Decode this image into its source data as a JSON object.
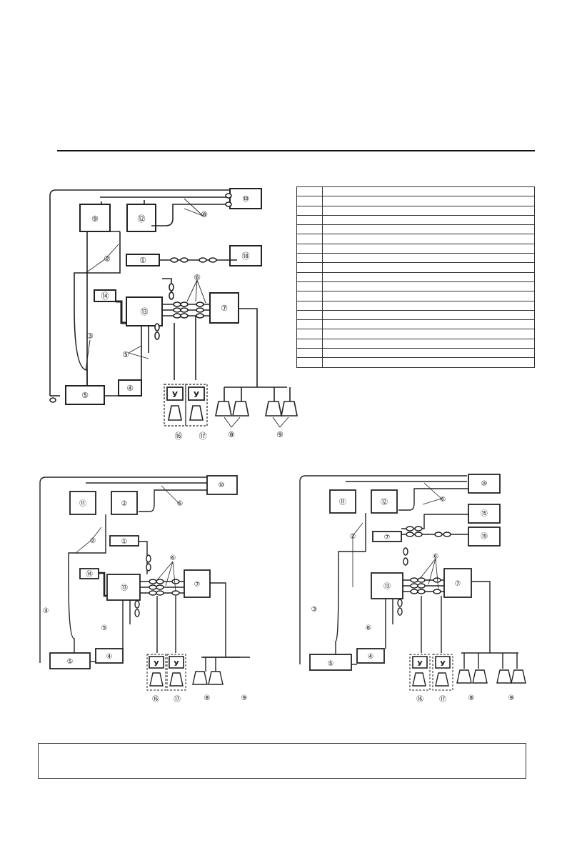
{
  "diagrams": [
    {
      "name": "diagram-top",
      "labels": {
        "unit1": "①",
        "unit2": "⑫",
        "unit3": "⑬",
        "unit4": "④",
        "unit5": "⑤",
        "unit7": "⑦",
        "unit9": "⑨",
        "unit10": "⑩",
        "unit14": "⑭",
        "unit18": "⑱",
        "amp1": "У",
        "amp2": "У",
        "callout2": "②",
        "callout3": "③",
        "callout5": "⑤",
        "callout6": "⑥",
        "callout8": "⑧",
        "callout8b": "⑧",
        "callout9": "⑨",
        "callout16": "⑯",
        "callout17": "⑰"
      }
    },
    {
      "name": "diagram-bottom-left",
      "labels": {
        "unit1": "①",
        "unit2": "②",
        "unit3": "⑬",
        "unit4": "④",
        "unit5": "⑤",
        "unit7": "⑦",
        "unit9": "⑪",
        "unit10": "⑩",
        "unit14": "⑭",
        "amp1": "У",
        "amp2": "У",
        "callout2": "②",
        "callout3": "③",
        "callout5": "⑤",
        "callout6": "⑥",
        "callout8": "⑧",
        "callout9": "⑨",
        "callout16": "⑯",
        "callout17": "⑰",
        "callout6b": "⑥"
      }
    },
    {
      "name": "diagram-bottom-right",
      "labels": {
        "unit1": "⑦",
        "unit2": "⑫",
        "unit3": "⑬",
        "unit4": "④",
        "unit5": "⑤",
        "unit7": "⑦",
        "unit9": "⑪",
        "unit10": "⑩",
        "unit15": "⑮",
        "unit19": "⑲",
        "amp1": "У",
        "amp2": "У",
        "callout2": "②",
        "callout3": "③",
        "callout5": "⑥",
        "callout6": "⑥",
        "callout6b": "⑥",
        "callout8": "⑧",
        "callout9": "⑨",
        "callout16": "⑯",
        "callout17": "⑰"
      }
    }
  ],
  "legend_rows": [
    "",
    "",
    "",
    "",
    "",
    "",
    "",
    "",
    "",
    "",
    "",
    "",
    "",
    "",
    "",
    "",
    "",
    "",
    ""
  ],
  "note": ""
}
